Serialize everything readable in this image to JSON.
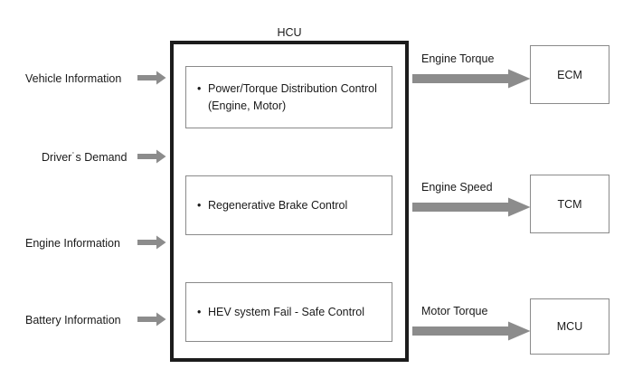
{
  "diagram": {
    "title": "HCU",
    "inputs": [
      {
        "label": "Vehicle Information",
        "icon": "arrow-right-icon"
      },
      {
        "label": "Driver˙s Demand",
        "icon": "arrow-right-icon"
      },
      {
        "label": "Engine Information",
        "icon": "arrow-right-icon"
      },
      {
        "label": "Battery Information",
        "icon": "arrow-right-icon"
      }
    ],
    "functions": [
      {
        "bullet": "•",
        "line1": "Power/Torque Distribution Control",
        "line2": "(Engine, Motor)"
      },
      {
        "bullet": "•",
        "line1": "Regenerative Brake Control",
        "line2": ""
      },
      {
        "bullet": "•",
        "line1": "HEV system Fail - Safe Control",
        "line2": ""
      }
    ],
    "outputs": [
      {
        "caption": "Engine Torque",
        "module": "ECM",
        "icon": "arrow-right-icon"
      },
      {
        "caption": "Engine Speed",
        "module": "TCM",
        "icon": "arrow-right-icon"
      },
      {
        "caption": "Motor Torque",
        "module": "MCU",
        "icon": "arrow-right-icon"
      }
    ],
    "colors": {
      "arrow_fill": "#8c8c8c",
      "outer_border": "#1c1c1c",
      "inner_border": "#8a8a8a",
      "text": "#1a1a1a",
      "background": "#ffffff"
    }
  }
}
